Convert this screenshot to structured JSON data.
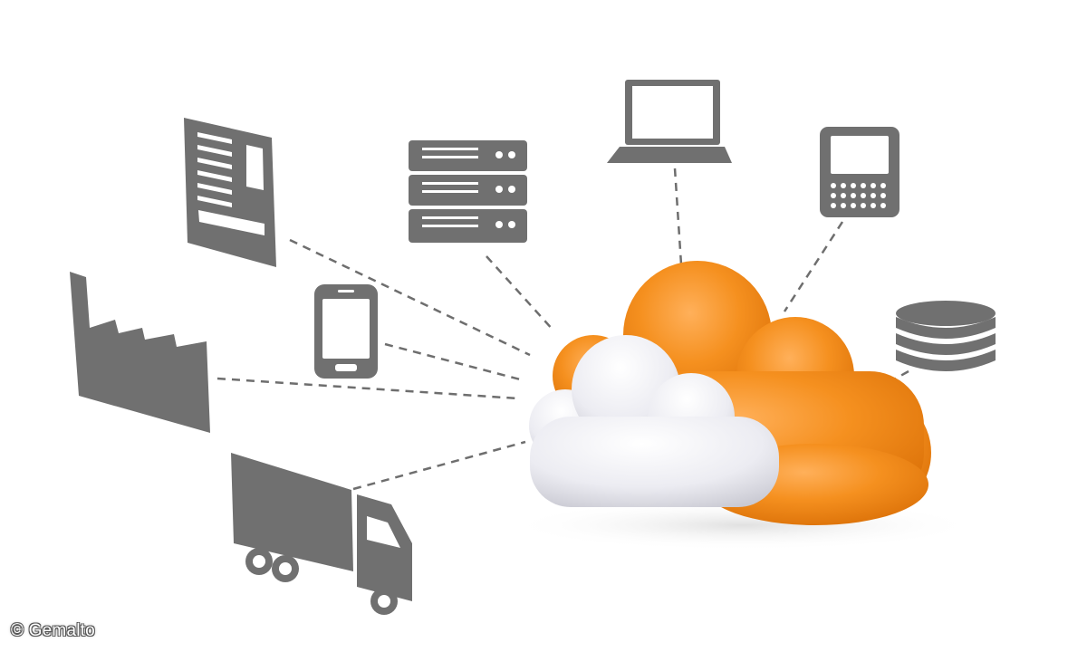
{
  "credit": "© Gemalto",
  "colors": {
    "icon": "#707070",
    "connector": "#6e6e6e",
    "cloud_orange": "#f08a1c",
    "cloud_white": "#e8e8ee"
  },
  "devices": [
    {
      "name": "document",
      "icon": "document-icon"
    },
    {
      "name": "server-rack",
      "icon": "server-rack-icon"
    },
    {
      "name": "laptop",
      "icon": "laptop-icon"
    },
    {
      "name": "smartphone-keyboard",
      "icon": "smartphone-keyboard-icon"
    },
    {
      "name": "smartphone",
      "icon": "smartphone-icon"
    },
    {
      "name": "factory",
      "icon": "factory-icon"
    },
    {
      "name": "database",
      "icon": "database-icon"
    },
    {
      "name": "truck",
      "icon": "truck-icon"
    }
  ],
  "hub": {
    "icon": "cloud-icon"
  }
}
